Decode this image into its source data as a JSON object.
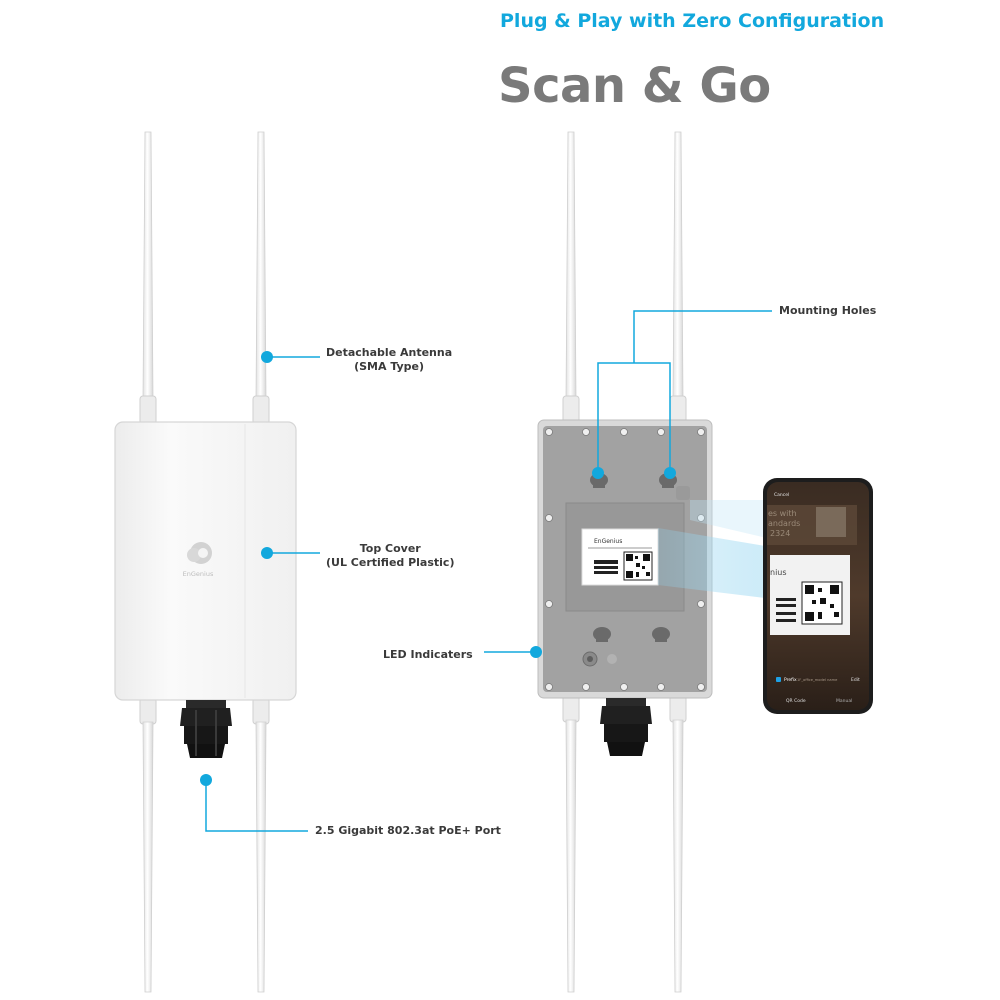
{
  "header": {
    "headline": "Plug & Play with Zero Configuration",
    "title": "Scan & Go"
  },
  "callouts": {
    "antenna_line1": "Detachable Antenna",
    "antenna_line2": "(SMA Type)",
    "cover_line1": "Top Cover",
    "cover_line2": "(UL Certified Plastic)",
    "port": "2.5 Gigabit 802.3at PoE+ Port",
    "mounting": "Mounting Holes",
    "led": "LED Indicaters"
  },
  "device": {
    "brand": "EnGenius"
  },
  "phone": {
    "cancel": "Cancel",
    "prefix": "Prefix",
    "prefix_hint": "1F_office_model name",
    "edit": "Edit",
    "tab_qr": "QR Code",
    "tab_manual": "Manual",
    "label_fragment_top": "es with",
    "label_fragment_mid": "andards",
    "label_fragment_num": "2324",
    "label_fragment_brand": "nius"
  },
  "colors": {
    "accent": "#12a8dd",
    "title_gray": "#7a7a7a",
    "device_white": "#f4f4f4",
    "back_gray": "#9c9c9c",
    "connector": "#1c1c1c"
  }
}
